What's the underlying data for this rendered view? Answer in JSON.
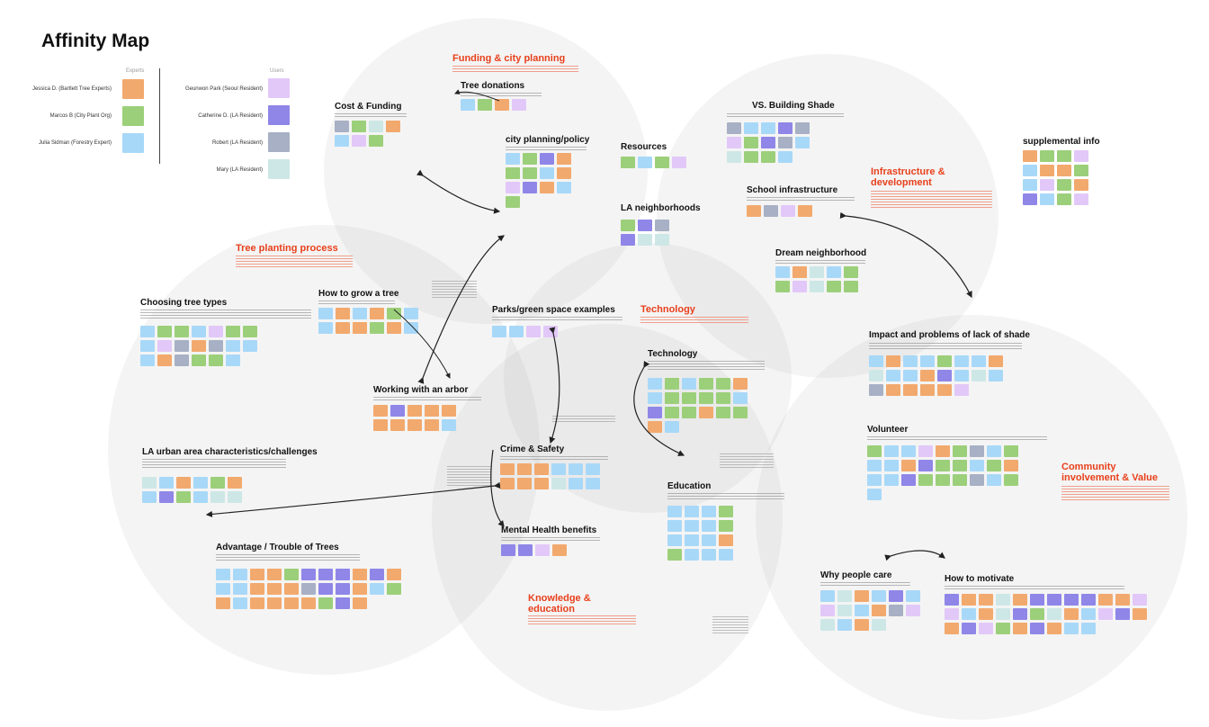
{
  "title": "Affinity Map",
  "legend": {
    "experts_heading": "Experts",
    "users_heading": "Users",
    "experts": [
      {
        "name": "Jessica D. (Bartlett Tree Experts)",
        "color": "#f2a96e"
      },
      {
        "name": "Marcos B (City Plant Org)",
        "color": "#9ccf7a"
      },
      {
        "name": "Julia Sidman (Forestry Expert)",
        "color": "#a8d8f8"
      }
    ],
    "users": [
      {
        "name": "Geunwon Park (Seoul Resident)",
        "color": "#e2c8f8"
      },
      {
        "name": "Catherine D. (LA Resident)",
        "color": "#8f86e8"
      },
      {
        "name": "Robert (LA Resident)",
        "color": "#a7b0c4"
      },
      {
        "name": "Mary (LA Resident)",
        "color": "#cde7e6"
      }
    ]
  },
  "themes": {
    "funding_city_planning": "Funding & city planning",
    "tree_planting_process": "Tree planting process",
    "technology": "Technology",
    "infrastructure_development": "Infrastructure & development",
    "community_involvement_value": "Community involvement & Value",
    "knowledge_education": "Knowledge & education"
  },
  "groups": {
    "cost_funding": "Cost & Funding",
    "tree_donations": "Tree donations",
    "city_planning_policy": "city planning/policy",
    "resources": "Resources",
    "vs_building_shade": "VS. Building Shade",
    "supplemental_info": "supplemental info",
    "school_infrastructure": "School infrastructure",
    "la_neighborhoods": "LA neighborhoods",
    "dream_neighborhood": "Dream neighborhood",
    "choosing_tree_types": "Choosing tree types",
    "how_to_grow_a_tree": "How to grow a tree",
    "parks_green_space": "Parks/green space examples",
    "technology": "Technology",
    "impact_problems_shade": "Impact and problems of lack of shade",
    "working_with_an_arbor": "Working with an arbor",
    "la_urban_area": "LA urban area characteristics/challenges",
    "crime_safety": "Crime & Safety",
    "volunteer": "Volunteer",
    "education": "Education",
    "mental_health_benefits": "Mental Health benefits",
    "advantage_trouble_trees": "Advantage / Trouble of Trees",
    "why_people_care": "Why people care",
    "how_to_motivate": "How to motivate"
  }
}
